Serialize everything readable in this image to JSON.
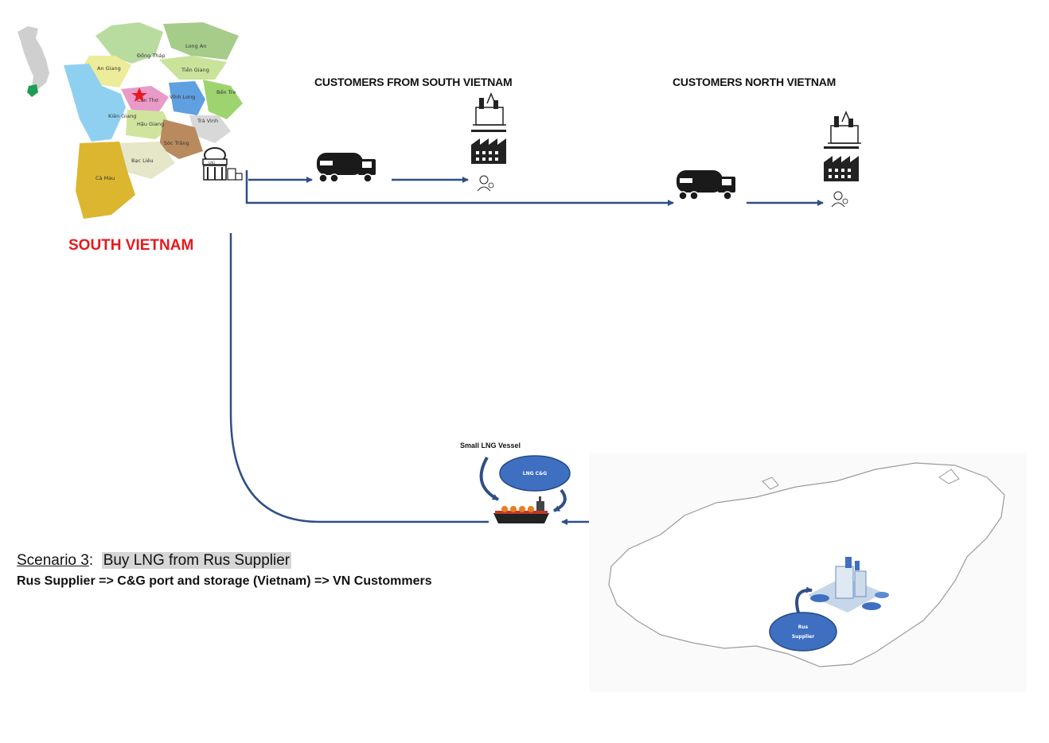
{
  "region_title": "SOUTH VIETNAM",
  "headers": {
    "south": "CUSTOMERS FROM SOUTH VIETNAM",
    "north": "CUSTOMERS NORTH VIETNAM"
  },
  "provinces": [
    "An Giang",
    "Đồng Tháp",
    "Long An",
    "Tiền Giang",
    "Cần Thơ",
    "Vĩnh Long",
    "Bến Tre",
    "Kiên Giang",
    "Hậu Giang",
    "Trà Vinh",
    "Sóc Trăng",
    "Bạc Liêu",
    "Cà Mau"
  ],
  "terminal_sign": "LNG",
  "vessel": {
    "label": "Small LNG Vessel",
    "bubble": "LNG C&G"
  },
  "supplier_bubble": {
    "line1": "Rus",
    "line2": "Supplier"
  },
  "scenario": {
    "prefix": "Scenario 3",
    "separator": ":",
    "title": "Buy LNG from Rus Supplier",
    "route": "Rus Supplier => C&G port and storage (Vietnam) => VN Custommers"
  },
  "colors": {
    "arrow": "#2f4f86",
    "bubble": "#3f6fc0",
    "title_red": "#e8191c"
  }
}
